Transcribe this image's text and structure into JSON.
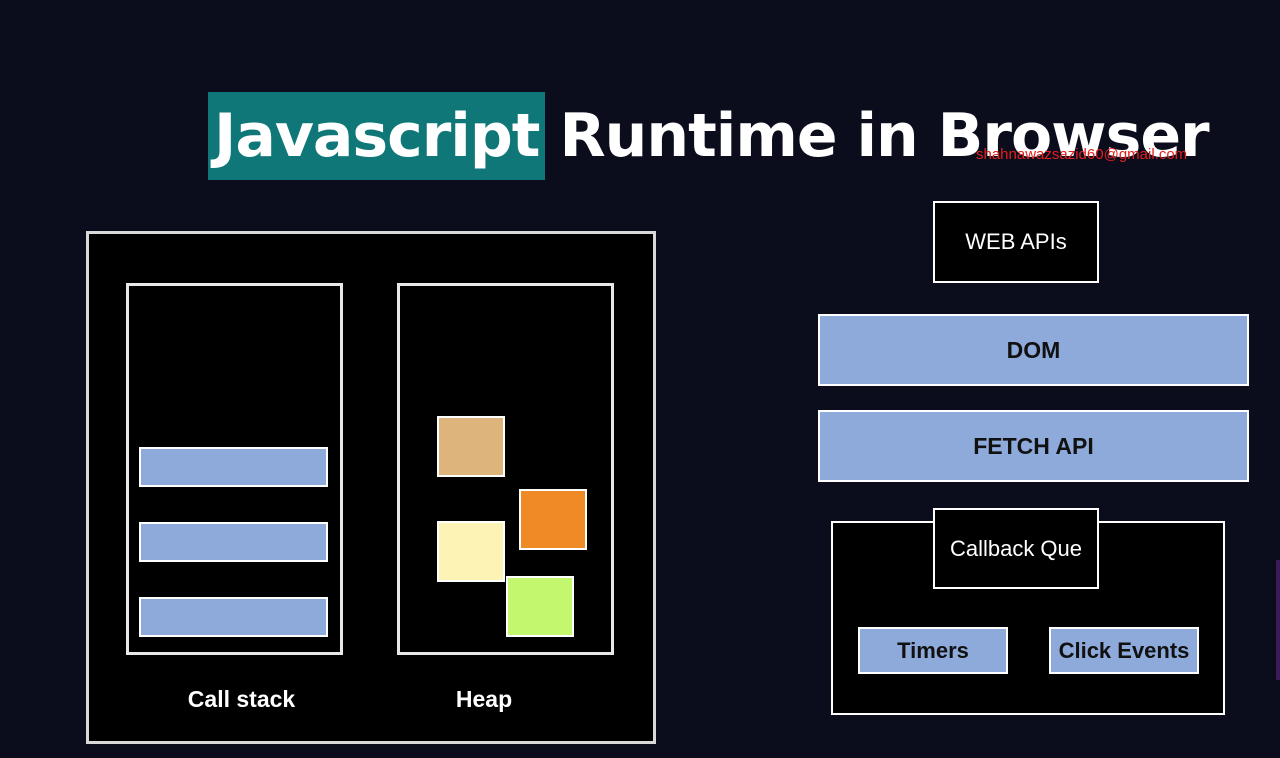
{
  "title": {
    "highlight": "Javascript",
    "rest": "Runtime in Browser",
    "highlight_color": "#0f7777"
  },
  "watermark": "shahnawazsazid60@gmail.com",
  "engine": {
    "call_stack_label": "Call stack",
    "heap_label": "Heap",
    "stack_frame_color": "#8eaadb",
    "stack_frame_count": 3,
    "heap_block_colors": [
      "#ddb57c",
      "#f08a24",
      "#fdf3b5",
      "#c3f76e"
    ]
  },
  "web_apis": {
    "title": "WEB APIs",
    "items": [
      "DOM",
      "FETCH API"
    ]
  },
  "callback_queue": {
    "title": "Callback Que",
    "items": [
      "Timers",
      "Click Events"
    ]
  }
}
